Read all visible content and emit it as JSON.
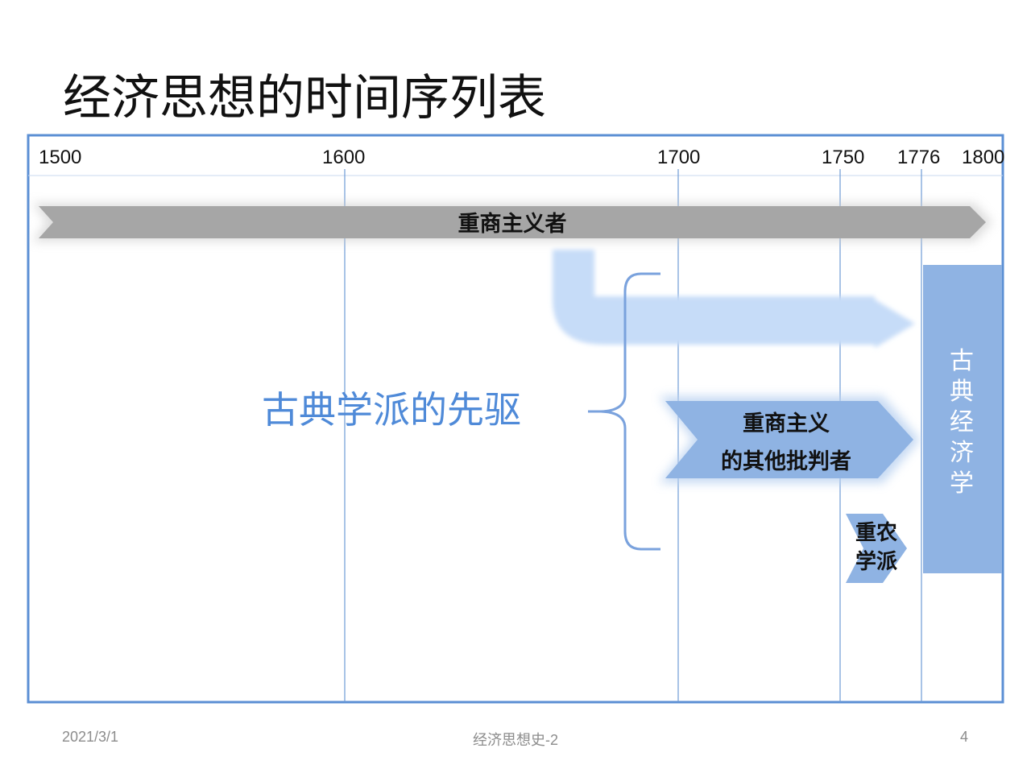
{
  "slide": {
    "title": "经济思想的时间序列表"
  },
  "timeline": {
    "years": [
      "1500",
      "1600",
      "1700",
      "1750",
      "1776",
      "1800"
    ],
    "mercantilists_label": "重商主义者",
    "forerunners_label": "古典学派的先驱",
    "critics_label_line1": "重商主义",
    "critics_label_line2": "的其他批判者",
    "physiocrats_label_line1": "重农",
    "physiocrats_label_line2": "学派",
    "classical_label_chars": [
      "古",
      "典",
      "经",
      "济",
      "学"
    ]
  },
  "colors": {
    "frame": "#5b8fd4",
    "gridline": "#6f9bd6",
    "mercantilist_arrow": "#a6a6a6",
    "light_arrow": "#c6dcf8",
    "critics_arrow": "#8fb3e3",
    "classical_box": "#8fb3e3",
    "forerunners_text": "#4f8ad8",
    "brace": "#7aa2dd"
  },
  "footer": {
    "date": "2021/3/1",
    "course": "经济思想史-2",
    "page": "4"
  }
}
